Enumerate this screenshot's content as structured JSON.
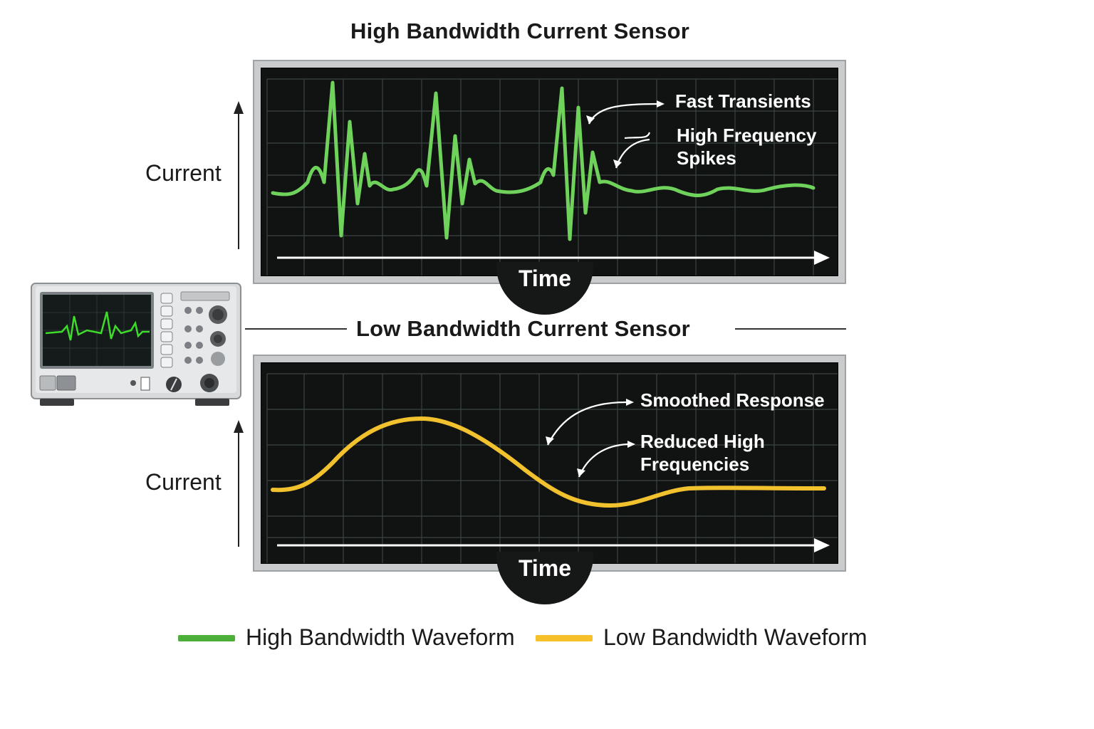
{
  "top_panel": {
    "title": "High Bandwidth Current Sensor",
    "y_label": "Current",
    "x_label": "Time",
    "annotations": [
      "Fast Transients",
      "High Frequency",
      "Spikes"
    ],
    "wave_color": "#6fd25a"
  },
  "bottom_panel": {
    "title": "Low Bandwidth Current Sensor",
    "y_label": "Current",
    "x_label": "Time",
    "annotations": [
      "Smoothed Response",
      "Reduced High",
      "Frequencies"
    ],
    "wave_color": "#f2c12e"
  },
  "legend": {
    "items": [
      {
        "label": "High Bandwidth Waveform",
        "color": "#4caf3a"
      },
      {
        "label": "Low Bandwidth Waveform",
        "color": "#f5c02a"
      }
    ]
  },
  "oscilloscope": {
    "icon": "oscilloscope-icon",
    "trace_color": "#3ddc2a"
  }
}
